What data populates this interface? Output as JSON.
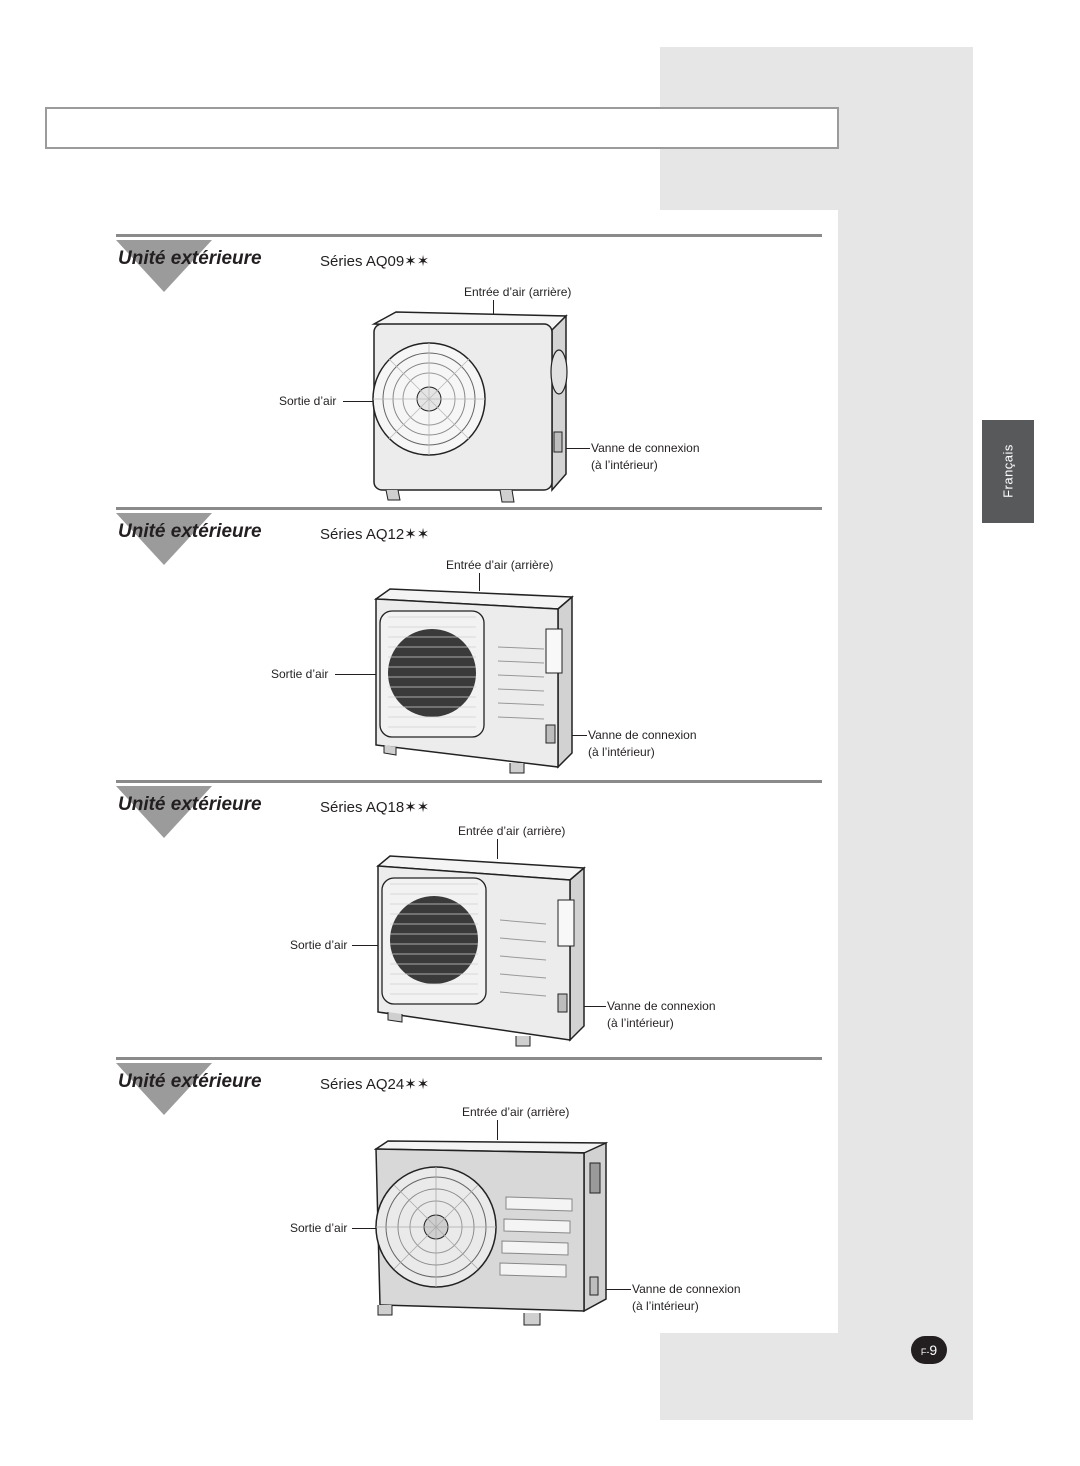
{
  "lang_tab": "Français",
  "page_number": {
    "prefix": "F-",
    "number": "9"
  },
  "sections": [
    {
      "title": "Unité extérieure",
      "series": "Séries AQ09✶✶",
      "air_in": "Entrée d’air (arrière)",
      "air_out": "Sortie d’air",
      "valve_1": "Vanne de connexion",
      "valve_2": "(à l’intérieur)"
    },
    {
      "title": "Unité extérieure",
      "series": "Séries AQ12✶✶",
      "air_in": "Entrée d’air (arrière)",
      "air_out": "Sortie d’air",
      "valve_1": "Vanne de connexion",
      "valve_2": "(à l’intérieur)"
    },
    {
      "title": "Unité extérieure",
      "series": "Séries AQ18✶✶",
      "air_in": "Entrée d’air (arrière)",
      "air_out": "Sortie d’air",
      "valve_1": "Vanne de connexion",
      "valve_2": "(à l’intérieur)"
    },
    {
      "title": "Unité extérieure",
      "series": "Séries AQ24✶✶",
      "air_in": "Entrée d’air (arrière)",
      "air_out": "Sortie d’air",
      "valve_1": "Vanne de connexion",
      "valve_2": "(à l’intérieur)"
    }
  ]
}
